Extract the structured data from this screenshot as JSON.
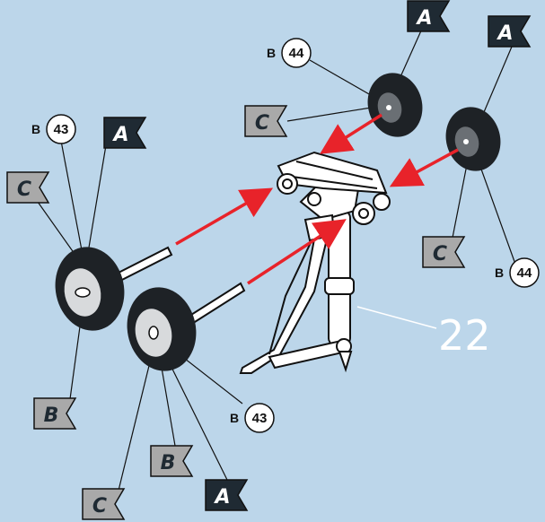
{
  "step_number": "22",
  "colors": {
    "background": "#bcd6ea",
    "arrow": "#e8232a",
    "flag_dark": "#1f2a33",
    "flag_light": "#a9a9a9"
  },
  "flags": [
    {
      "letter": "A",
      "style": "dark"
    },
    {
      "letter": "A",
      "style": "dark"
    },
    {
      "letter": "C",
      "style": "light"
    },
    {
      "letter": "A",
      "style": "dark"
    },
    {
      "letter": "C",
      "style": "light"
    },
    {
      "letter": "C",
      "style": "light"
    },
    {
      "letter": "B",
      "style": "light"
    },
    {
      "letter": "B",
      "style": "light"
    },
    {
      "letter": "C",
      "style": "light"
    },
    {
      "letter": "A",
      "style": "dark"
    }
  ],
  "part_callouts": [
    {
      "prefix": "B",
      "number": "44"
    },
    {
      "prefix": "B",
      "number": "43"
    },
    {
      "prefix": "B",
      "number": "44"
    },
    {
      "prefix": "B",
      "number": "43"
    }
  ],
  "icons": [
    "landing-gear-strut-icon",
    "wheel-icon",
    "axle-icon",
    "assembly-arrow-icon"
  ]
}
